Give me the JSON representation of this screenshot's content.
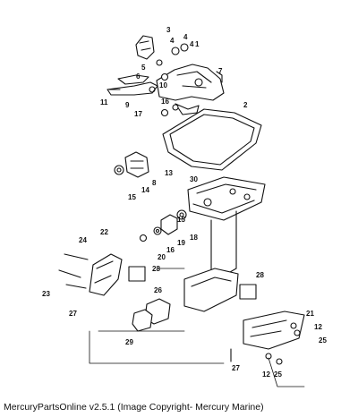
{
  "diagram": {
    "callouts": [
      "1",
      "2",
      "3",
      "4",
      "5",
      "6",
      "7",
      "8",
      "9",
      "10",
      "11",
      "12",
      "13",
      "14",
      "15",
      "16",
      "17",
      "18",
      "19",
      "20",
      "21",
      "22",
      "23",
      "24",
      "25",
      "26",
      "27",
      "28",
      "29",
      "30"
    ],
    "callout_extra": [
      "4",
      "4",
      "15",
      "16",
      "28",
      "27",
      "12",
      "25"
    ]
  },
  "footer": {
    "text": "MercuryPartsOnline v2.5.1 (Image Copyright- Mercury Marine)"
  },
  "colors": {
    "line": "#111111",
    "background": "#ffffff"
  }
}
